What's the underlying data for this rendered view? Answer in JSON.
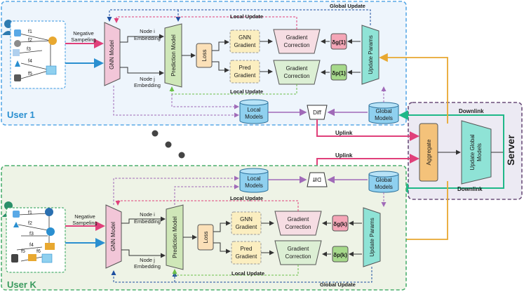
{
  "user1": {
    "name": "User 1",
    "global_update": "Global Update",
    "local_update_top": "Local Update",
    "local_update_bottom": "Local Update",
    "negative": "Negative",
    "sampeling": "Sampeling",
    "gnn_model": "GNN Model",
    "node_i_1": "Node i",
    "node_i_2": "Embedding",
    "node_j_1": "Node j",
    "node_j_2": "Embedding",
    "prediction_model": "Prediction Model",
    "loss": "Loss",
    "gnn_gradient_1": "GNN",
    "gnn_gradient_2": "Gradient",
    "pred_gradient_1": "Pred",
    "pred_gradient_2": "Gradient",
    "gradient_correction_1": "Gradient",
    "gradient_correction_2": "Correction",
    "delta_g": "δg(1)",
    "delta_p": "δp(1)",
    "update_params": "Update Params",
    "local_models_1": "Local",
    "local_models_2": "Models",
    "diff": "Diff",
    "global_models_1": "Global",
    "global_models_2": "Models",
    "graph_labels": [
      "f1",
      "f2",
      "f3",
      "f4",
      "f5"
    ]
  },
  "userk": {
    "name": "User K",
    "global_update": "Global Update",
    "local_update_top": "Local Update",
    "local_update_bottom": "Local Update",
    "negative": "Negative",
    "sampeling": "Sampeling",
    "gnn_model": "GNN Model",
    "node_i_1": "Node i",
    "node_i_2": "Embedding",
    "node_j_1": "Node j",
    "node_j_2": "Embedding",
    "prediction_model": "Prediction Model",
    "loss": "Loss",
    "gnn_gradient_1": "GNN",
    "gnn_gradient_2": "Gradient",
    "pred_gradient_1": "Pred",
    "pred_gradient_2": "Gradient",
    "gradient_correction_1": "Gradient",
    "gradient_correction_2": "Correction",
    "delta_g": "δg(k)",
    "delta_p": "δp(k)",
    "update_params": "Update Params",
    "local_models_1": "Local",
    "local_models_2": "Models",
    "diff": "Diff",
    "global_models_1": "Global",
    "global_models_2": "Models",
    "graph_labels": [
      "f1",
      "f2",
      "f3",
      "f4",
      "f5",
      "f6"
    ]
  },
  "server": {
    "name": "Server",
    "aggregate": "Aggregate",
    "update_global_1": "Update Global",
    "update_global_2": "Models",
    "downlink_top": "Downlink",
    "downlink_bottom": "Downlink",
    "uplink_top": "Uplink",
    "uplink_bottom": "Uplink"
  },
  "colors": {
    "user1_border": "#5aa9e6",
    "user1_fill": "#eef5fc",
    "userk_border": "#4caf6f",
    "userk_fill": "#eef3e6",
    "server_border": "#6b4e7a",
    "server_fill": "#eceaf3",
    "gnn_model": "#f2c6d8",
    "prediction_model": "#cfe7b8",
    "loss": "#fbe0b8",
    "gnn_gradient": "#fbeec0",
    "pred_gradient": "#fbeec0",
    "gradient_correction_top": "#f6dde3",
    "gradient_correction_bottom": "#dcefd4",
    "delta_g": "#f4a6b7",
    "delta_p": "#a6d98b",
    "update_params": "#8fe3d6",
    "models": "#8fd0ef",
    "aggregate": "#f4c27a",
    "update_global": "#8fe3d6",
    "pink_arrow": "#e0407a",
    "blue_arrow": "#2a8fd0",
    "orange_arrow": "#e8a830",
    "green_arrow": "#1fb888",
    "purple_dash": "#a06ab8"
  }
}
